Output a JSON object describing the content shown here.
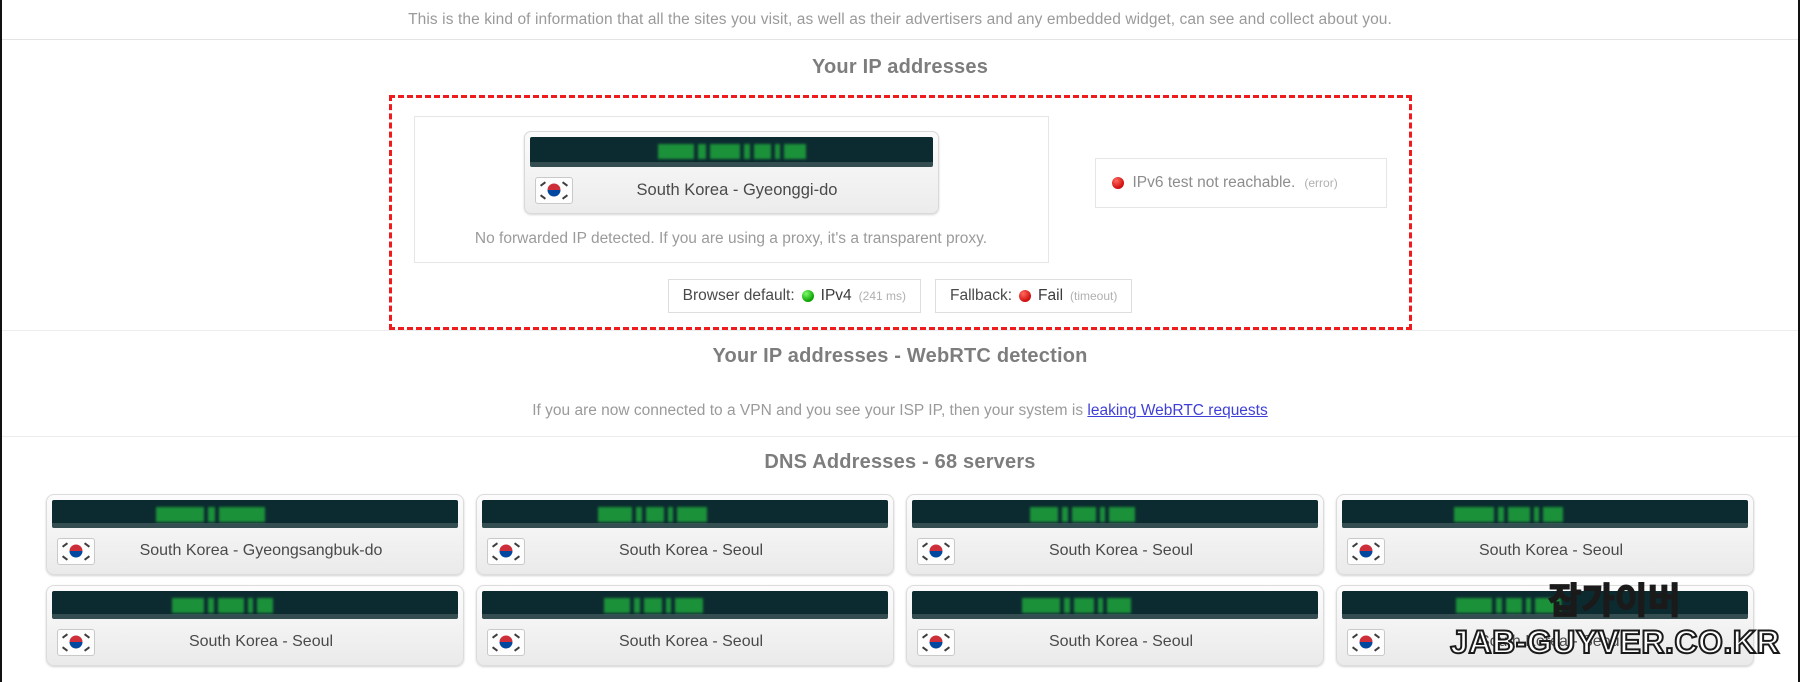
{
  "intro": {
    "text": "This is the kind of information that all the sites you visit, as well as their advertisers and any embedded widget, can see and collect about you."
  },
  "ip_section": {
    "heading": "Your IP addresses",
    "primary_ip": {
      "value_redacted": true,
      "location": "South Korea - Gyeonggi-do",
      "flag": "south-korea-flag-icon"
    },
    "forwarded_note": "No forwarded IP detected. If you are using a proxy, it's a transparent proxy.",
    "ipv6": {
      "status_icon": "red-dot-icon",
      "status_color": "#cf0d0d",
      "text": "IPv6 test not reachable.",
      "detail": "(error)"
    },
    "status": [
      {
        "label": "Browser default:",
        "dot": "green-dot-icon",
        "dot_color": "#0aa000",
        "value": "IPv4",
        "detail": "(241 ms)"
      },
      {
        "label": "Fallback:",
        "dot": "red-dot-icon",
        "dot_color": "#cf0d0d",
        "value": "Fail",
        "detail": "(timeout)"
      }
    ]
  },
  "webrtc_section": {
    "heading": "Your IP addresses - WebRTC detection",
    "note_prefix": "If you are now connected to a VPN and you see your ISP IP, then your system is ",
    "link_text": "leaking WebRTC requests"
  },
  "dns_section": {
    "heading": "DNS Addresses - 68 servers",
    "server_count": 68,
    "servers": [
      {
        "location": "South Korea - Gyeongsangbuk-do",
        "flag": "south-korea-flag-icon",
        "value_redacted": true
      },
      {
        "location": "South Korea - Seoul",
        "flag": "south-korea-flag-icon",
        "value_redacted": true
      },
      {
        "location": "South Korea - Seoul",
        "flag": "south-korea-flag-icon",
        "value_redacted": true
      },
      {
        "location": "South Korea - Seoul",
        "flag": "south-korea-flag-icon",
        "value_redacted": true
      },
      {
        "location": "South Korea - Seoul",
        "flag": "south-korea-flag-icon",
        "value_redacted": true
      },
      {
        "location": "South Korea - Seoul",
        "flag": "south-korea-flag-icon",
        "value_redacted": true
      },
      {
        "location": "South Korea - Seoul",
        "flag": "south-korea-flag-icon",
        "value_redacted": true
      },
      {
        "location": "South Korea - Seoul",
        "flag": "south-korea-flag-icon",
        "value_redacted": true
      }
    ]
  },
  "watermark": {
    "line1": "잡가이버",
    "line2": "JAB-GUYVER.CO.KR"
  },
  "colors": {
    "highlight_border": "#ee1c1c",
    "ip_bar_bg": "#0c2b30",
    "redaction_green": "#1fa83c",
    "heading": "#7d7d7d",
    "link": "#3f3fd8"
  }
}
